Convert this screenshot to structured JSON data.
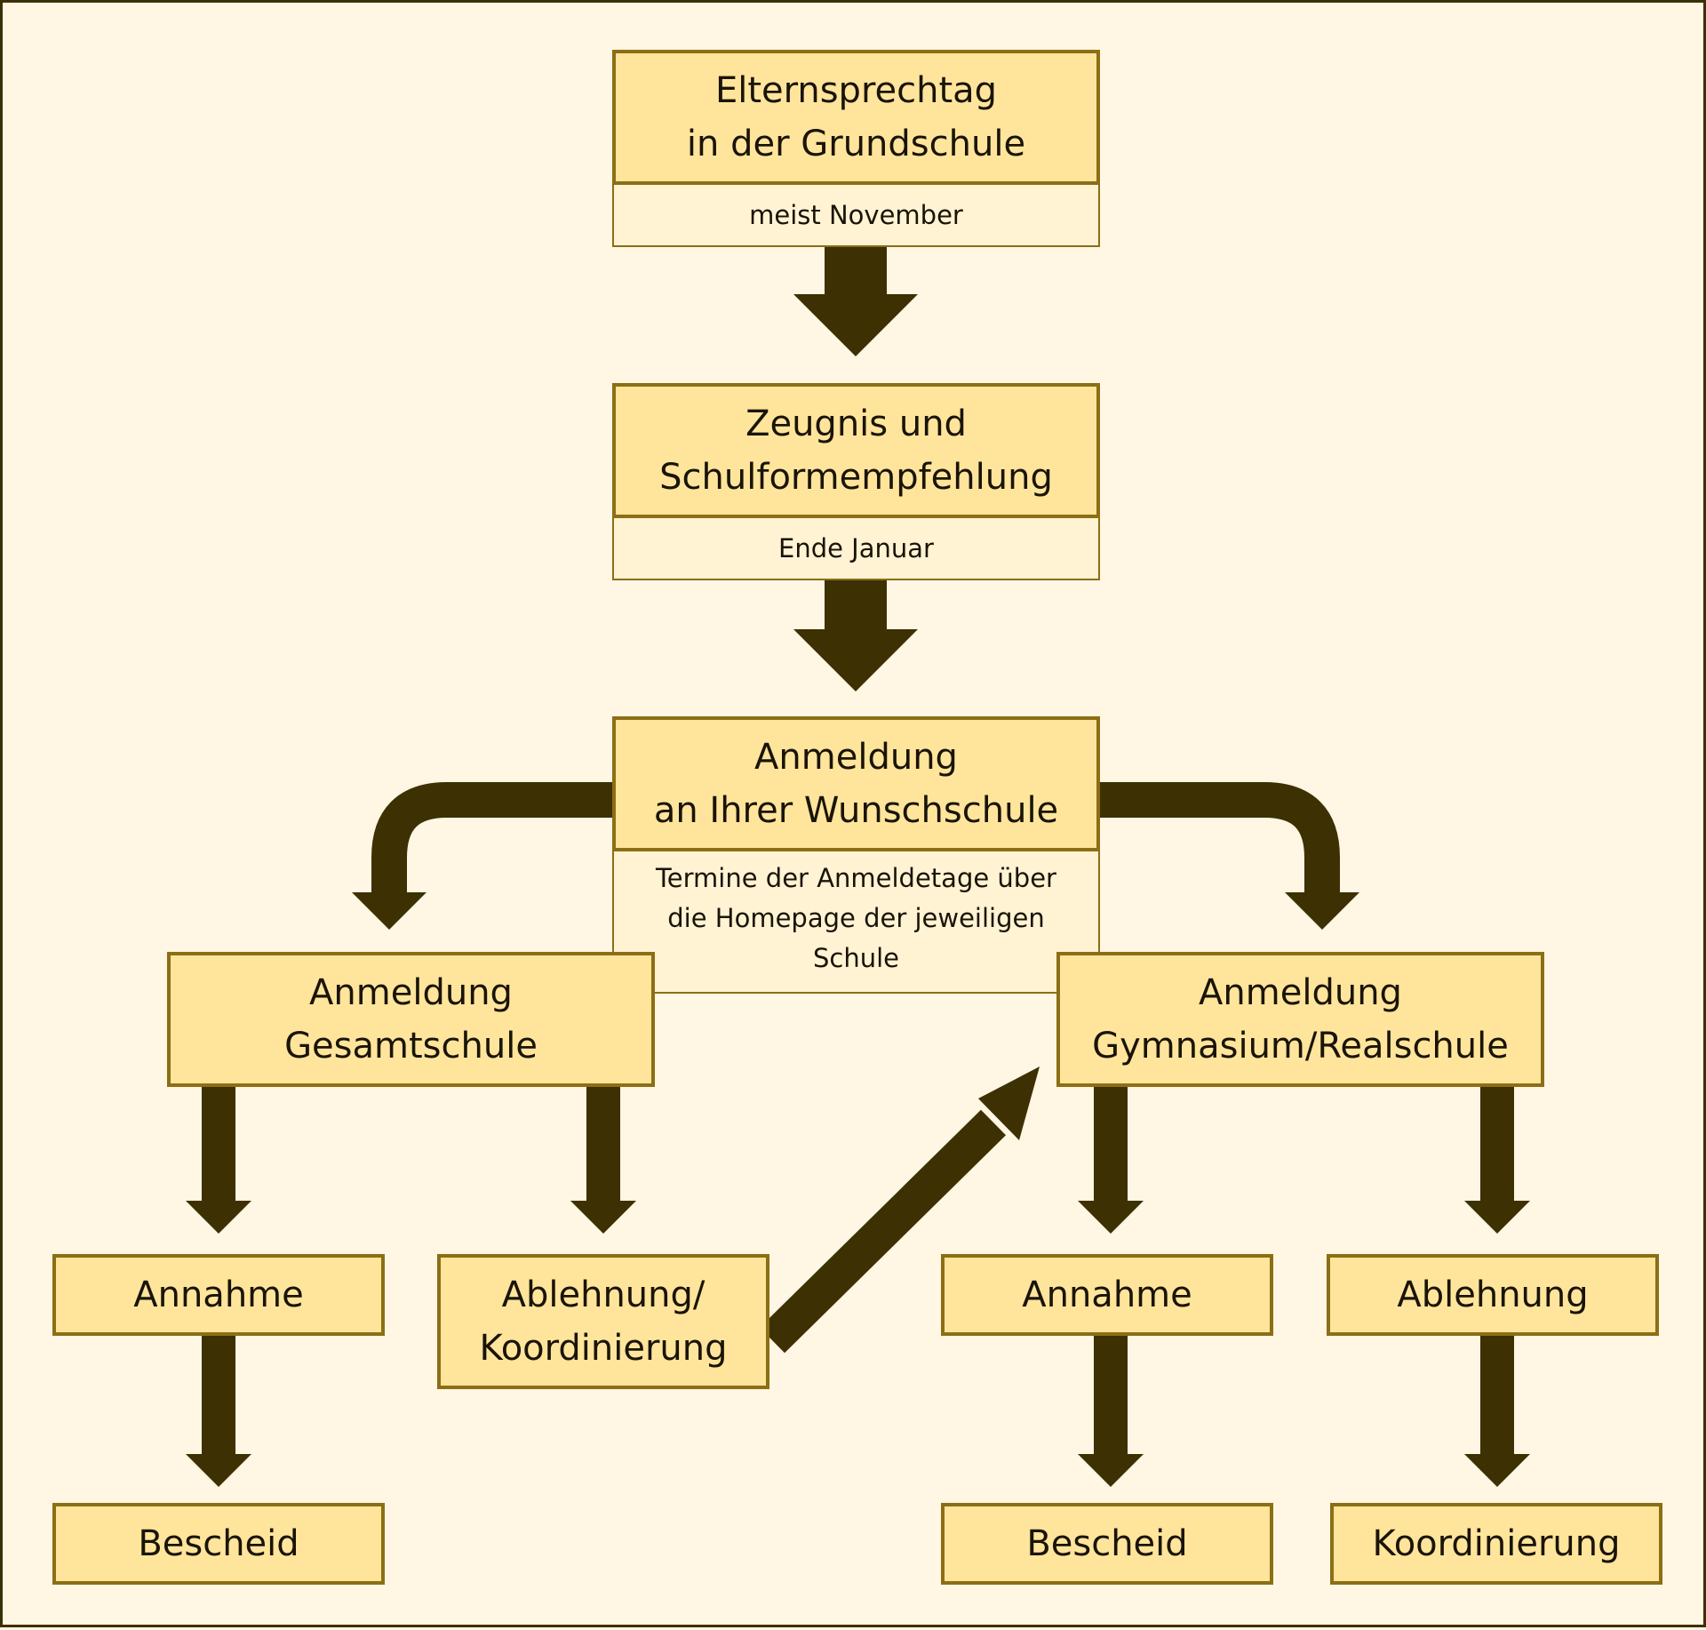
{
  "colors": {
    "background": "#fff6e3",
    "box_fill": "#ffe59c",
    "box_border": "#8c6e15",
    "note_fill": "#fff3d4",
    "arrow": "#3d3003"
  },
  "steps": {
    "elternsprechtag": {
      "title": "Elternsprechtag\nin der Grundschule",
      "note": "meist November"
    },
    "zeugnis": {
      "title": "Zeugnis und\nSchulformempfehlung",
      "note": "Ende Januar"
    },
    "anmeldung": {
      "title": "Anmeldung\nan Ihrer Wunschschule",
      "note": "Termine der Anmeldetage über\ndie Homepage der jeweiligen\nSchule"
    },
    "gesamtschule": {
      "title": "Anmeldung\nGesamtschule"
    },
    "gymnasium": {
      "title": "Anmeldung\nGymnasium/Realschule"
    },
    "annahme_gs": {
      "title": "Annahme"
    },
    "ablehnung_gs": {
      "title": "Ablehnung/\nKoordinierung"
    },
    "annahme_gy": {
      "title": "Annahme"
    },
    "ablehnung_gy": {
      "title": "Ablehnung"
    },
    "bescheid_gs": {
      "title": "Bescheid"
    },
    "bescheid_gy": {
      "title": "Bescheid"
    },
    "koordinierung_gy": {
      "title": "Koordinierung"
    }
  }
}
